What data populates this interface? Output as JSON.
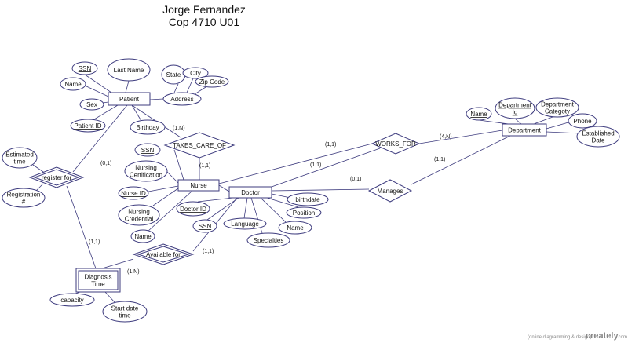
{
  "header": {
    "author": "Jorge Fernandez",
    "course": "Cop 4710 U01"
  },
  "style": {
    "stroke_color": "#3d3b7e",
    "fill_color": "#ffffff",
    "text_color": "#111111"
  },
  "entities": {
    "patient": "Patient",
    "nurse": "Nurse",
    "doctor": "Doctor",
    "department": "Department",
    "diagnosis_time": [
      "Diagnosis",
      "Time"
    ]
  },
  "relationships": {
    "takes_care_of": "TAKES_CARE_OF",
    "works_for": "WORKS_FOR",
    "register_for": "register for",
    "available_for": "Available for",
    "manages": "Manages"
  },
  "attributes": {
    "patient_ssn": "SSN",
    "patient_last_name": "Last Name",
    "patient_name": "Name",
    "patient_sex": "Sex",
    "patient_id": "Patient ID",
    "patient_birthday": "Birthday",
    "patient_address": "Address",
    "address_state": "State",
    "address_city": "City",
    "address_zip": "Zip Code",
    "dept_name": "Name",
    "dept_id": [
      "Department",
      "Id"
    ],
    "dept_category": [
      "Department",
      "Categoty"
    ],
    "dept_phone": "Phone",
    "dept_established": [
      "Established",
      "Date"
    ],
    "nurse_ssn": "SSN",
    "nurse_cert": [
      "Nursing",
      "Certification"
    ],
    "nurse_id": "Nurse ID",
    "nurse_credential": [
      "Nursing",
      "Credential"
    ],
    "nurse_name": "Name",
    "doctor_id": "Doctor ID",
    "doctor_ssn": "SSN",
    "doctor_language": "Language",
    "doctor_specialties": "Specialties",
    "doctor_name": "Name",
    "doctor_position": "Position",
    "doctor_birthdate": "birthdate",
    "reg_estimated_time": [
      "Estimated",
      "time"
    ],
    "reg_number": [
      "Registration",
      "#"
    ],
    "diag_capacity": "capacity",
    "diag_start": [
      "Start date",
      "time"
    ]
  },
  "cardinalities": {
    "patient_takes": "(1,N)",
    "nurse_takes": "(1,1)",
    "nurse_works": "(1,1)",
    "doctor_works": "(1,1)",
    "dept_works": "(4,N)",
    "doctor_manages": "(0,1)",
    "dept_manages": "(1,1)",
    "patient_register": "(0,1)",
    "diag_register": "(1,1)",
    "diag_available": "(1,N)",
    "doctor_available": "(1,1)"
  },
  "watermark": {
    "caption": "(online diagramming & design)",
    "brand": "creately",
    "suffix": ".com"
  }
}
